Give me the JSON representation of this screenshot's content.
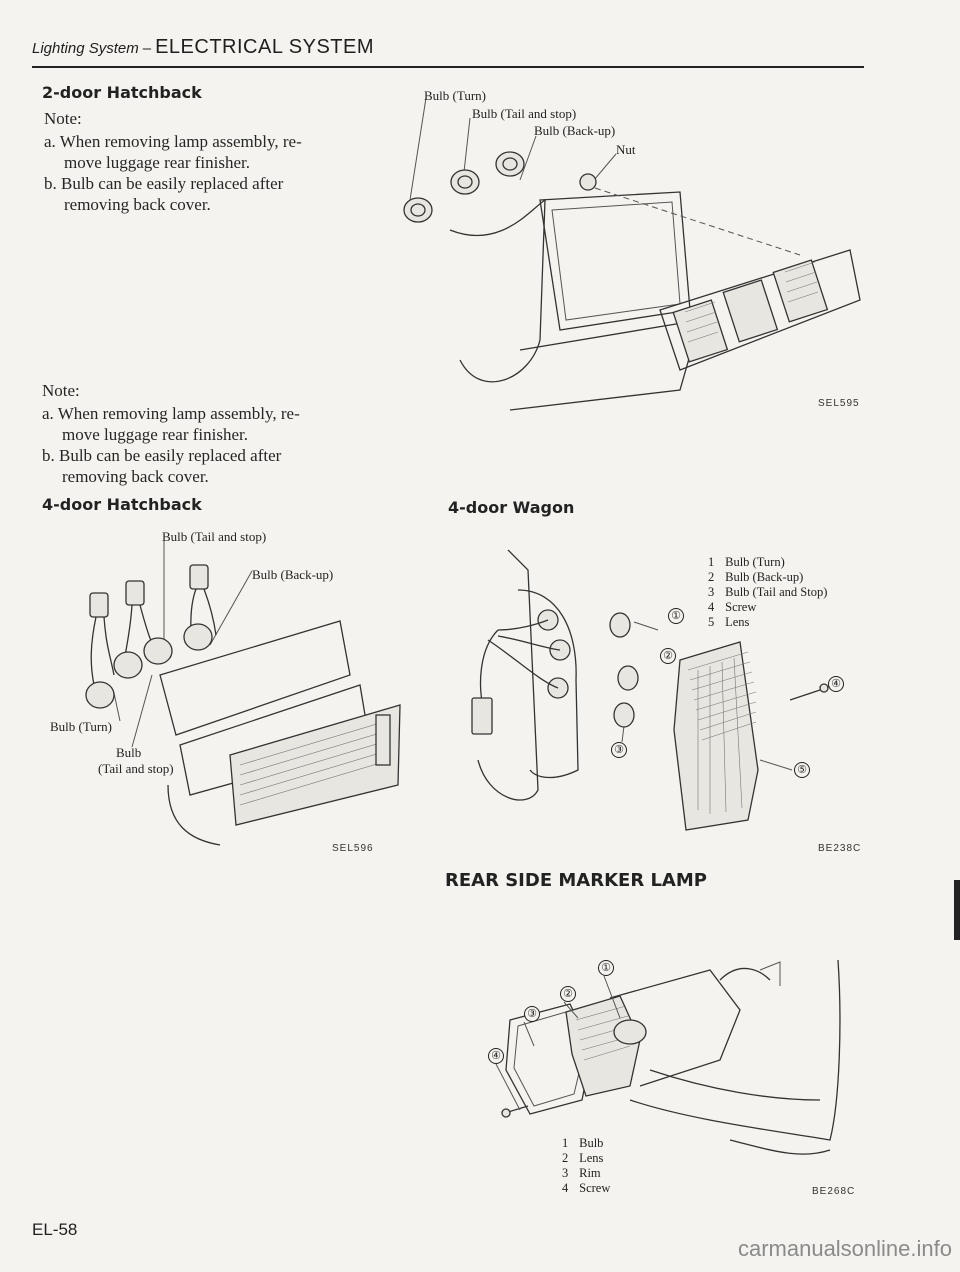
{
  "header": {
    "section": "Lighting System",
    "dash": "–",
    "title": "ELECTRICAL SYSTEM"
  },
  "two_door": {
    "heading": "2-door Hatchback",
    "note_label": "Note:",
    "note_a": "a. When removing lamp assembly, re-",
    "note_a2": "move luggage rear finisher.",
    "note_b": "b. Bulb can be easily replaced after",
    "note_b2": "removing back cover."
  },
  "second_note": {
    "note_label": "Note:",
    "note_a": "a. When removing lamp assembly, re-",
    "note_a2": "move luggage rear finisher.",
    "note_b": "b. Bulb can be easily replaced after",
    "note_b2": "removing back cover."
  },
  "fig1": {
    "code": "SEL595",
    "labels": {
      "bulb_turn": "Bulb (Turn)",
      "bulb_tail": "Bulb (Tail and stop)",
      "bulb_backup": "Bulb (Back-up)",
      "nut": "Nut"
    }
  },
  "four_door": {
    "heading": "4-door Hatchback",
    "code": "SEL596",
    "labels": {
      "bulb_tail": "Bulb (Tail and stop)",
      "bulb_backup": "Bulb (Back-up)",
      "bulb_turn": "Bulb (Turn)",
      "bulb2": "Bulb",
      "bulb2_sub": "(Tail and stop)"
    }
  },
  "wagon": {
    "heading": "4-door Wagon",
    "code": "BE238C",
    "legend": [
      {
        "n": "1",
        "t": "Bulb (Turn)"
      },
      {
        "n": "2",
        "t": "Bulb (Back-up)"
      },
      {
        "n": "3",
        "t": "Bulb (Tail and Stop)"
      },
      {
        "n": "4",
        "t": "Screw"
      },
      {
        "n": "5",
        "t": "Lens"
      }
    ],
    "markers": [
      "①",
      "②",
      "③",
      "④",
      "⑤"
    ]
  },
  "marker_lamp": {
    "heading": "REAR SIDE MARKER LAMP",
    "code": "BE268C",
    "legend": [
      {
        "n": "1",
        "t": "Bulb"
      },
      {
        "n": "2",
        "t": "Lens"
      },
      {
        "n": "3",
        "t": "Rim"
      },
      {
        "n": "4",
        "t": "Screw"
      }
    ],
    "markers": [
      "①",
      "②",
      "③",
      "④"
    ]
  },
  "footer": {
    "page": "EL-58",
    "watermark": "carmanualsonline.info"
  }
}
